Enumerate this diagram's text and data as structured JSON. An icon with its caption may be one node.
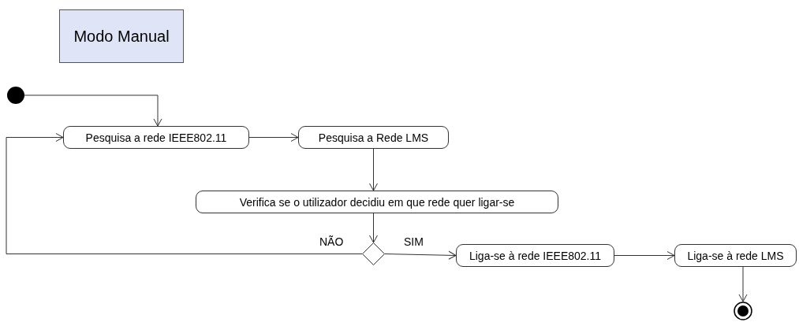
{
  "diagram": {
    "nodes": [
      {
        "text": [
          "Modo Manual"
        ]
      },
      {
        "text": [],
        "shape": "circle"
      },
      {
        "text": [
          "Pesquisa a rede IEEE802.11"
        ]
      },
      {
        "text": [
          "Pesquisa a Rede LMS"
        ]
      },
      {
        "text": [
          "Verifica se o utilizador decidiu em que rede quer ligar-se"
        ]
      },
      {
        "text": [],
        "shape": "diamond"
      },
      {
        "text": [
          "Liga-se à rede IEEE802.11"
        ]
      },
      {
        "text": [
          "Liga-se à rede LMS"
        ]
      },
      {
        "text": [],
        "shape": "circle"
      }
    ],
    "edges": [
      {
        "from": 1,
        "to": 2,
        "arrow": "to"
      },
      {
        "from": 2,
        "to": 3,
        "arrow": "to"
      },
      {
        "from": 3,
        "to": 4,
        "arrow": "to"
      },
      {
        "from": 4,
        "to": 5,
        "arrow": "to"
      },
      {
        "from": 5,
        "to": 2,
        "arrow": "to",
        "label": "NÃO"
      },
      {
        "from": 5,
        "to": 6,
        "arrow": "to",
        "label": "SIM"
      },
      {
        "from": 6,
        "to": 7,
        "arrow": "to"
      },
      {
        "from": 7,
        "to": 8,
        "arrow": "to"
      }
    ]
  }
}
